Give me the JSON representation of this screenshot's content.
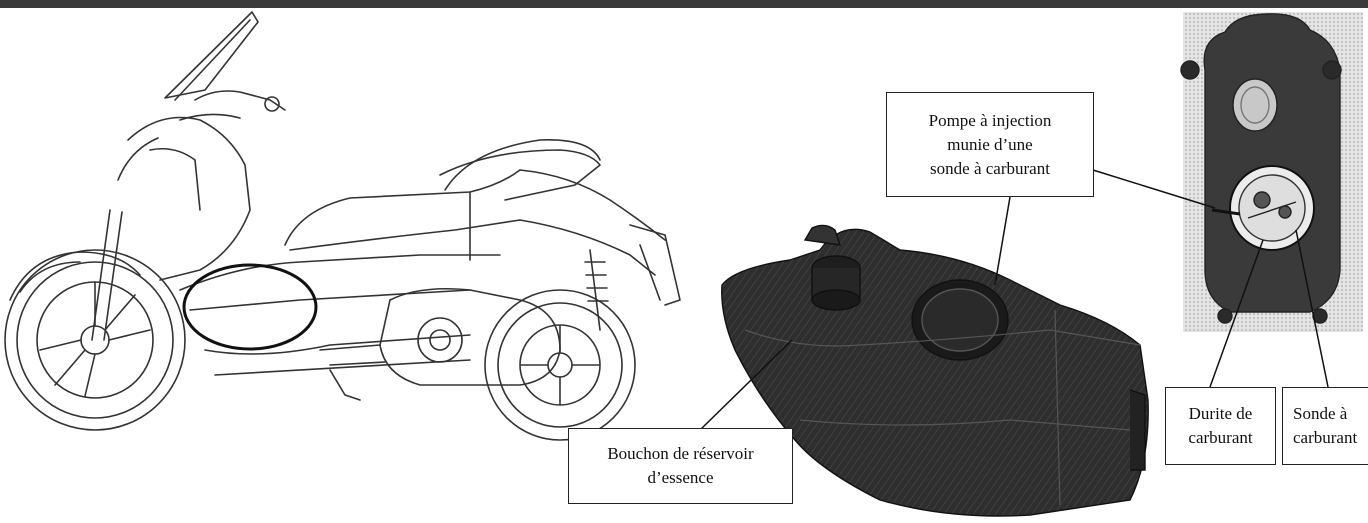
{
  "labels": {
    "pump": [
      "Pompe à injection",
      "munie d’une",
      "sonde à carburant"
    ],
    "cap": [
      "Bouchon de réservoir",
      "d’essence"
    ],
    "hose": [
      "Durite de",
      "carburant"
    ],
    "sensor": [
      "Sonde à",
      "carburant"
    ]
  },
  "colors": {
    "ink": "#222222",
    "tank": "#2b2b2b",
    "panel_bg": "#dcdcdc",
    "highlight_ellipse": "#111111"
  }
}
